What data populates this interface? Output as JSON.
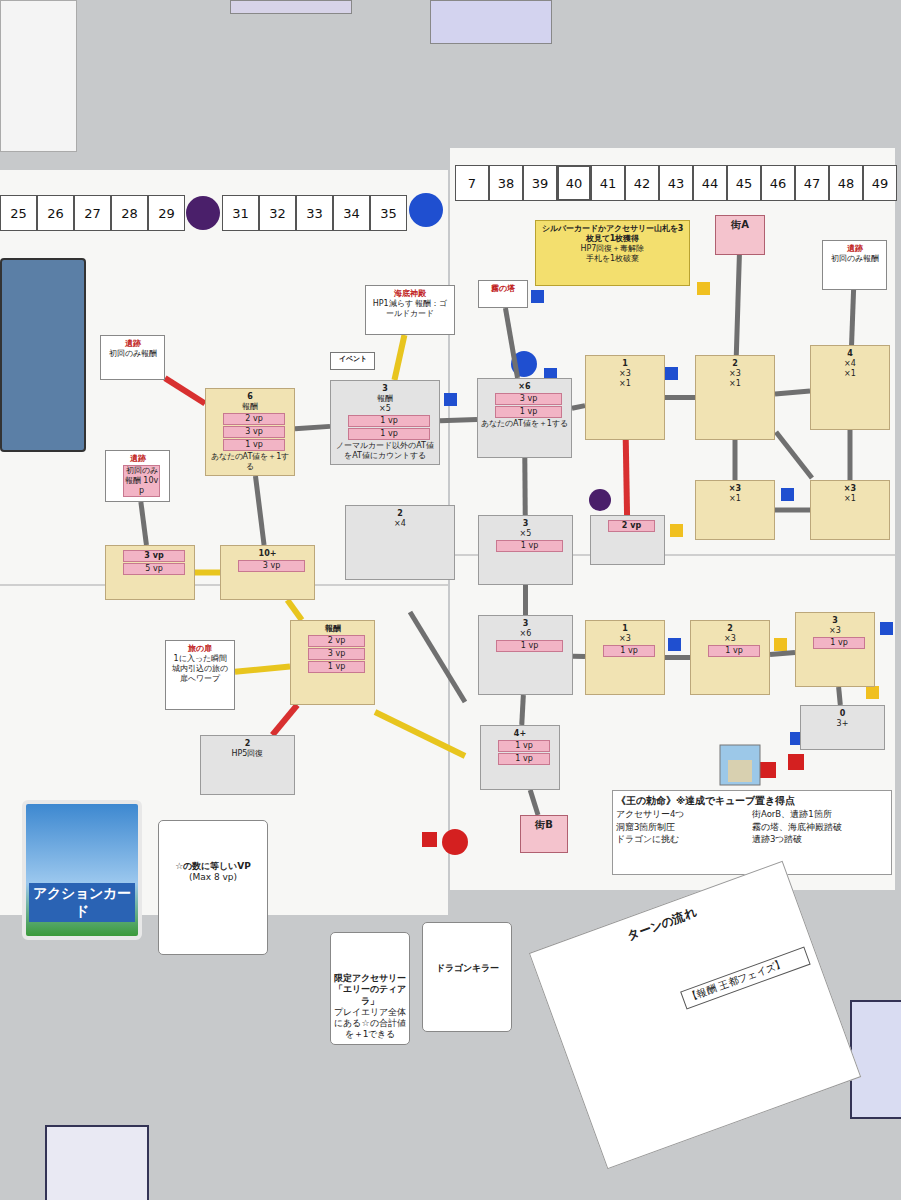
{
  "diagram": {
    "nodes": [
      {
        "text": [
          "霧の塔"
        ]
      },
      {
        "text": [
          "シルバーカードかアクセサリー山札を3枚見て1枚獲得",
          "HP7回復＋毒解除",
          "手札を1枚破棄"
        ]
      },
      {
        "text": [
          "街A"
        ]
      },
      {
        "text": [
          "海底神殿",
          "HP1減らす 報酬：ゴールドカード"
        ]
      },
      {
        "text": [
          "遺跡",
          "初回のみ報酬"
        ]
      },
      {
        "text": [
          "遺跡",
          "初回のみ報酬"
        ]
      },
      {
        "text": [
          "6",
          "報酬",
          "2 vp",
          "3 vp",
          "1 vp",
          "あなたのAT値を＋1する"
        ]
      },
      {
        "text": [
          "3",
          "報酬",
          "×5",
          "1 vp",
          "1 vp",
          "ノーマルカード以外のAT値をAT値にカウントする"
        ]
      },
      {
        "text": [
          "イベント"
        ]
      },
      {
        "text": [
          "×6",
          "3 vp",
          "1 vp",
          "あなたのAT値を＋1する"
        ]
      },
      {
        "text": [
          "1",
          "×3",
          "×1"
        ]
      },
      {
        "text": [
          "2",
          "×3",
          "×1"
        ]
      },
      {
        "text": [
          "4",
          "×4",
          "×1"
        ]
      },
      {
        "text": [
          "遺跡",
          "初回のみ報酬 10vp"
        ]
      },
      {
        "text": [
          "3 vp",
          "5 vp"
        ]
      },
      {
        "text": [
          "10+",
          "3 vp"
        ]
      },
      {
        "text": [
          "2",
          "×4"
        ]
      },
      {
        "text": [
          "3",
          "×5",
          "1 vp"
        ]
      },
      {
        "text": [
          "2 vp"
        ]
      },
      {
        "text": [
          "×3",
          "×1"
        ]
      },
      {
        "text": [
          "×3",
          "×1"
        ]
      },
      {
        "text": [
          "旅の扉",
          "1に入った瞬間 城内引込の旅の扉へワープ"
        ]
      },
      {
        "text": [
          "報酬",
          "2 vp",
          "3 vp",
          "1 vp"
        ]
      },
      {
        "text": [
          "2",
          "HP5回復"
        ]
      },
      {
        "text": [
          "3",
          "×6",
          "1 vp"
        ]
      },
      {
        "text": [
          "1",
          "×3",
          "1 vp"
        ]
      },
      {
        "text": [
          "2",
          "×3",
          "1 vp"
        ]
      },
      {
        "text": [
          "3",
          "×3",
          "1 vp"
        ]
      },
      {
        "text": [
          "4+",
          "1 vp",
          "1 vp"
        ]
      },
      {
        "text": [
          "0",
          "3+"
        ]
      },
      {
        "text": [
          "街B"
        ]
      },
      {
        "text": [
          "《王の勅命》※達成でキューブ置き得点",
          "アクセサリー4つ",
          "街AorB、遺跡1箇所",
          "洞窟3箇所制圧",
          "霧の塔、海底神殿踏破",
          "ドラゴンに挑む",
          "遺跡3つ踏破"
        ]
      },
      {
        "text": [
          "アクションカード"
        ]
      },
      {
        "text": [
          "☆の数に等しいVP",
          "(Max 8 vp)"
        ]
      },
      {
        "text": [
          "限定アクセサリー「エリーのティアラ」",
          "プレイエリア全体にある☆の合計値を＋1できる"
        ]
      },
      {
        "text": [
          "ドラゴンキラー"
        ]
      },
      {
        "text": [
          "ターンの流れ",
          "【報酬 王都フェイズ】"
        ]
      }
    ],
    "edges": [
      {
        "from": 0,
        "to": 9,
        "arrow": "none"
      },
      {
        "from": 2,
        "to": 11,
        "arrow": "none"
      },
      {
        "from": 3,
        "to": 7,
        "arrow": "none"
      },
      {
        "from": 4,
        "to": 6,
        "arrow": "none"
      },
      {
        "from": 6,
        "to": 7,
        "arrow": "none"
      },
      {
        "from": 7,
        "to": 9,
        "arrow": "none"
      },
      {
        "from": 9,
        "to": 10,
        "arrow": "none"
      },
      {
        "from": 10,
        "to": 11,
        "arrow": "none"
      },
      {
        "from": 11,
        "to": 12,
        "arrow": "none"
      },
      {
        "from": 10,
        "to": 18,
        "arrow": "none"
      },
      {
        "from": 11,
        "to": 19,
        "arrow": "none"
      },
      {
        "from": 12,
        "to": 20,
        "arrow": "none"
      },
      {
        "from": 19,
        "to": 20,
        "arrow": "none"
      },
      {
        "from": 9,
        "to": 17,
        "arrow": "none"
      },
      {
        "from": 13,
        "to": 14,
        "arrow": "none"
      },
      {
        "from": 14,
        "to": 15,
        "arrow": "none"
      },
      {
        "from": 6,
        "to": 15,
        "arrow": "none"
      },
      {
        "from": 15,
        "to": 22,
        "arrow": "none"
      },
      {
        "from": 22,
        "to": 21,
        "arrow": "none"
      },
      {
        "from": 22,
        "to": 23,
        "arrow": "none"
      },
      {
        "from": 17,
        "to": 24,
        "arrow": "none"
      },
      {
        "from": 24,
        "to": 25,
        "arrow": "none"
      },
      {
        "from": 25,
        "to": 26,
        "arrow": "none"
      },
      {
        "from": 26,
        "to": 27,
        "arrow": "none"
      },
      {
        "from": 24,
        "to": 28,
        "arrow": "none"
      },
      {
        "from": 28,
        "to": 30,
        "arrow": "none"
      },
      {
        "from": 27,
        "to": 29,
        "arrow": "none"
      },
      {
        "from": 5,
        "to": 12,
        "arrow": "none"
      }
    ],
    "labels": [
      "25",
      "26",
      "27",
      "28",
      "29",
      "31",
      "32",
      "33",
      "34",
      "35",
      "7",
      "38",
      "39",
      "40",
      "41",
      "42",
      "43",
      "44",
      "45",
      "46",
      "47",
      "48",
      "49"
    ]
  }
}
